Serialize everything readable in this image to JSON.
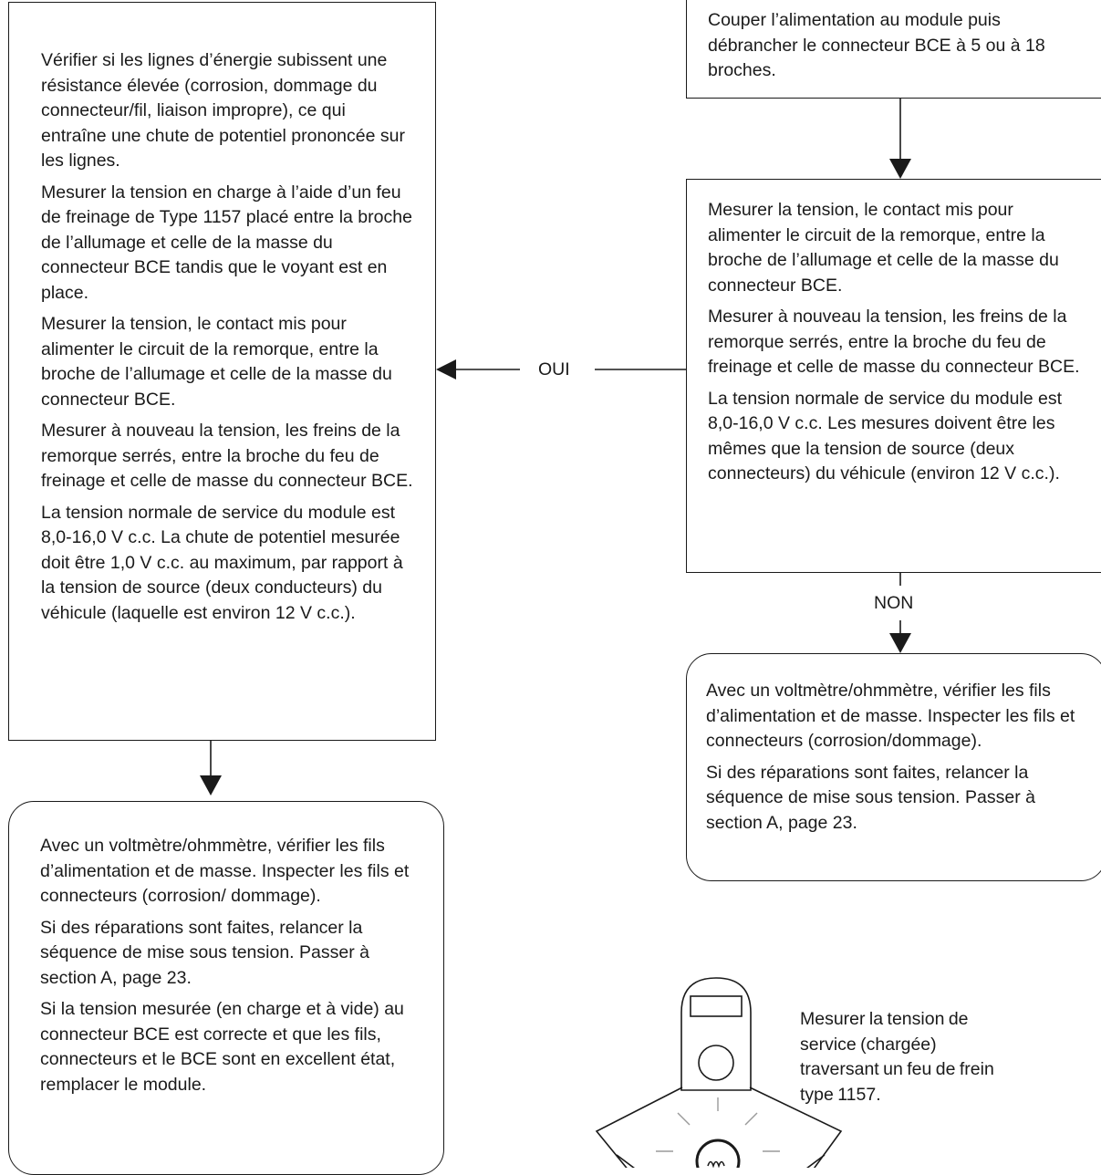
{
  "flowchart": {
    "top_right": {
      "paragraphs": [
        "Couper l’alimentation au module puis débrancher le connecteur BCE à 5 ou à 18 broches."
      ]
    },
    "right_middle": {
      "paragraphs": [
        "Mesurer la tension, le contact mis pour alimenter le circuit de la remorque, entre la broche de l’allumage et celle de la masse du connecteur BCE.",
        "Mesurer à nouveau la tension, les freins de la remorque serrés, entre la broche du feu de freinage et celle de masse du connecteur BCE.",
        "La tension normale de service du module est 8,0-16,0 V c.c. Les mesures doivent être les mêmes que la tension de source (deux connecteurs) du véhicule (environ 12 V c.c.)."
      ]
    },
    "left_big": {
      "paragraphs": [
        "Vérifier si les lignes d’énergie subissent une résistance élevée (corrosion, dommage du connecteur/fil, liaison impropre), ce qui entraîne une chute de potentiel prononcée sur les lignes.",
        "Mesurer la tension en charge à l’aide d’un feu de freinage de Type 1157 placé entre la broche de l’allumage et celle de la masse du connecteur BCE tandis que le voyant est en place.",
        "Mesurer la tension, le contact mis pour alimenter le circuit de la remorque, entre la broche de l’allumage et celle de la masse du connecteur BCE.",
        "Mesurer à nouveau la tension, les freins de la remorque serrés, entre la broche du feu de freinage et celle de masse du connecteur BCE.",
        "La tension normale de service du module est 8,0-16,0 V c.c. La chute de potentiel mesurée doit être 1,0 V c.c. au maximum, par rapport à la tension de source (deux conducteurs) du véhicule (laquelle est environ 12 V c.c.)."
      ]
    },
    "right_bottom": {
      "paragraphs": [
        "Avec un voltmètre/ohmmètre, vérifier les fils d’alimentation et de masse. Inspecter les fils et connecteurs (corrosion/dommage).",
        "Si des réparations sont faites, relancer la séquence de mise sous tension. Passer à section A, page 23."
      ]
    },
    "left_bottom": {
      "paragraphs": [
        "Avec un voltmètre/ohmmètre, vérifier les fils d’alimentation et de masse. Inspecter les fils et connecteurs (corrosion/ dommage).",
        "Si des réparations sont faites, relancer la séquence de mise sous tension. Passer à section A, page 23.",
        "Si la tension mesurée (en charge et à vide) au connecteur BCE est correcte et que les fils, connecteurs et le BCE sont en excellent état, remplacer le module."
      ]
    },
    "labels": {
      "yes": "OUI",
      "no": "NON"
    },
    "illustration": {
      "caption": "Mesurer la tension de service (chargée) traversant un feu de frein type 1157.",
      "icon": "multimeter-with-brake-lamp-icon"
    }
  }
}
